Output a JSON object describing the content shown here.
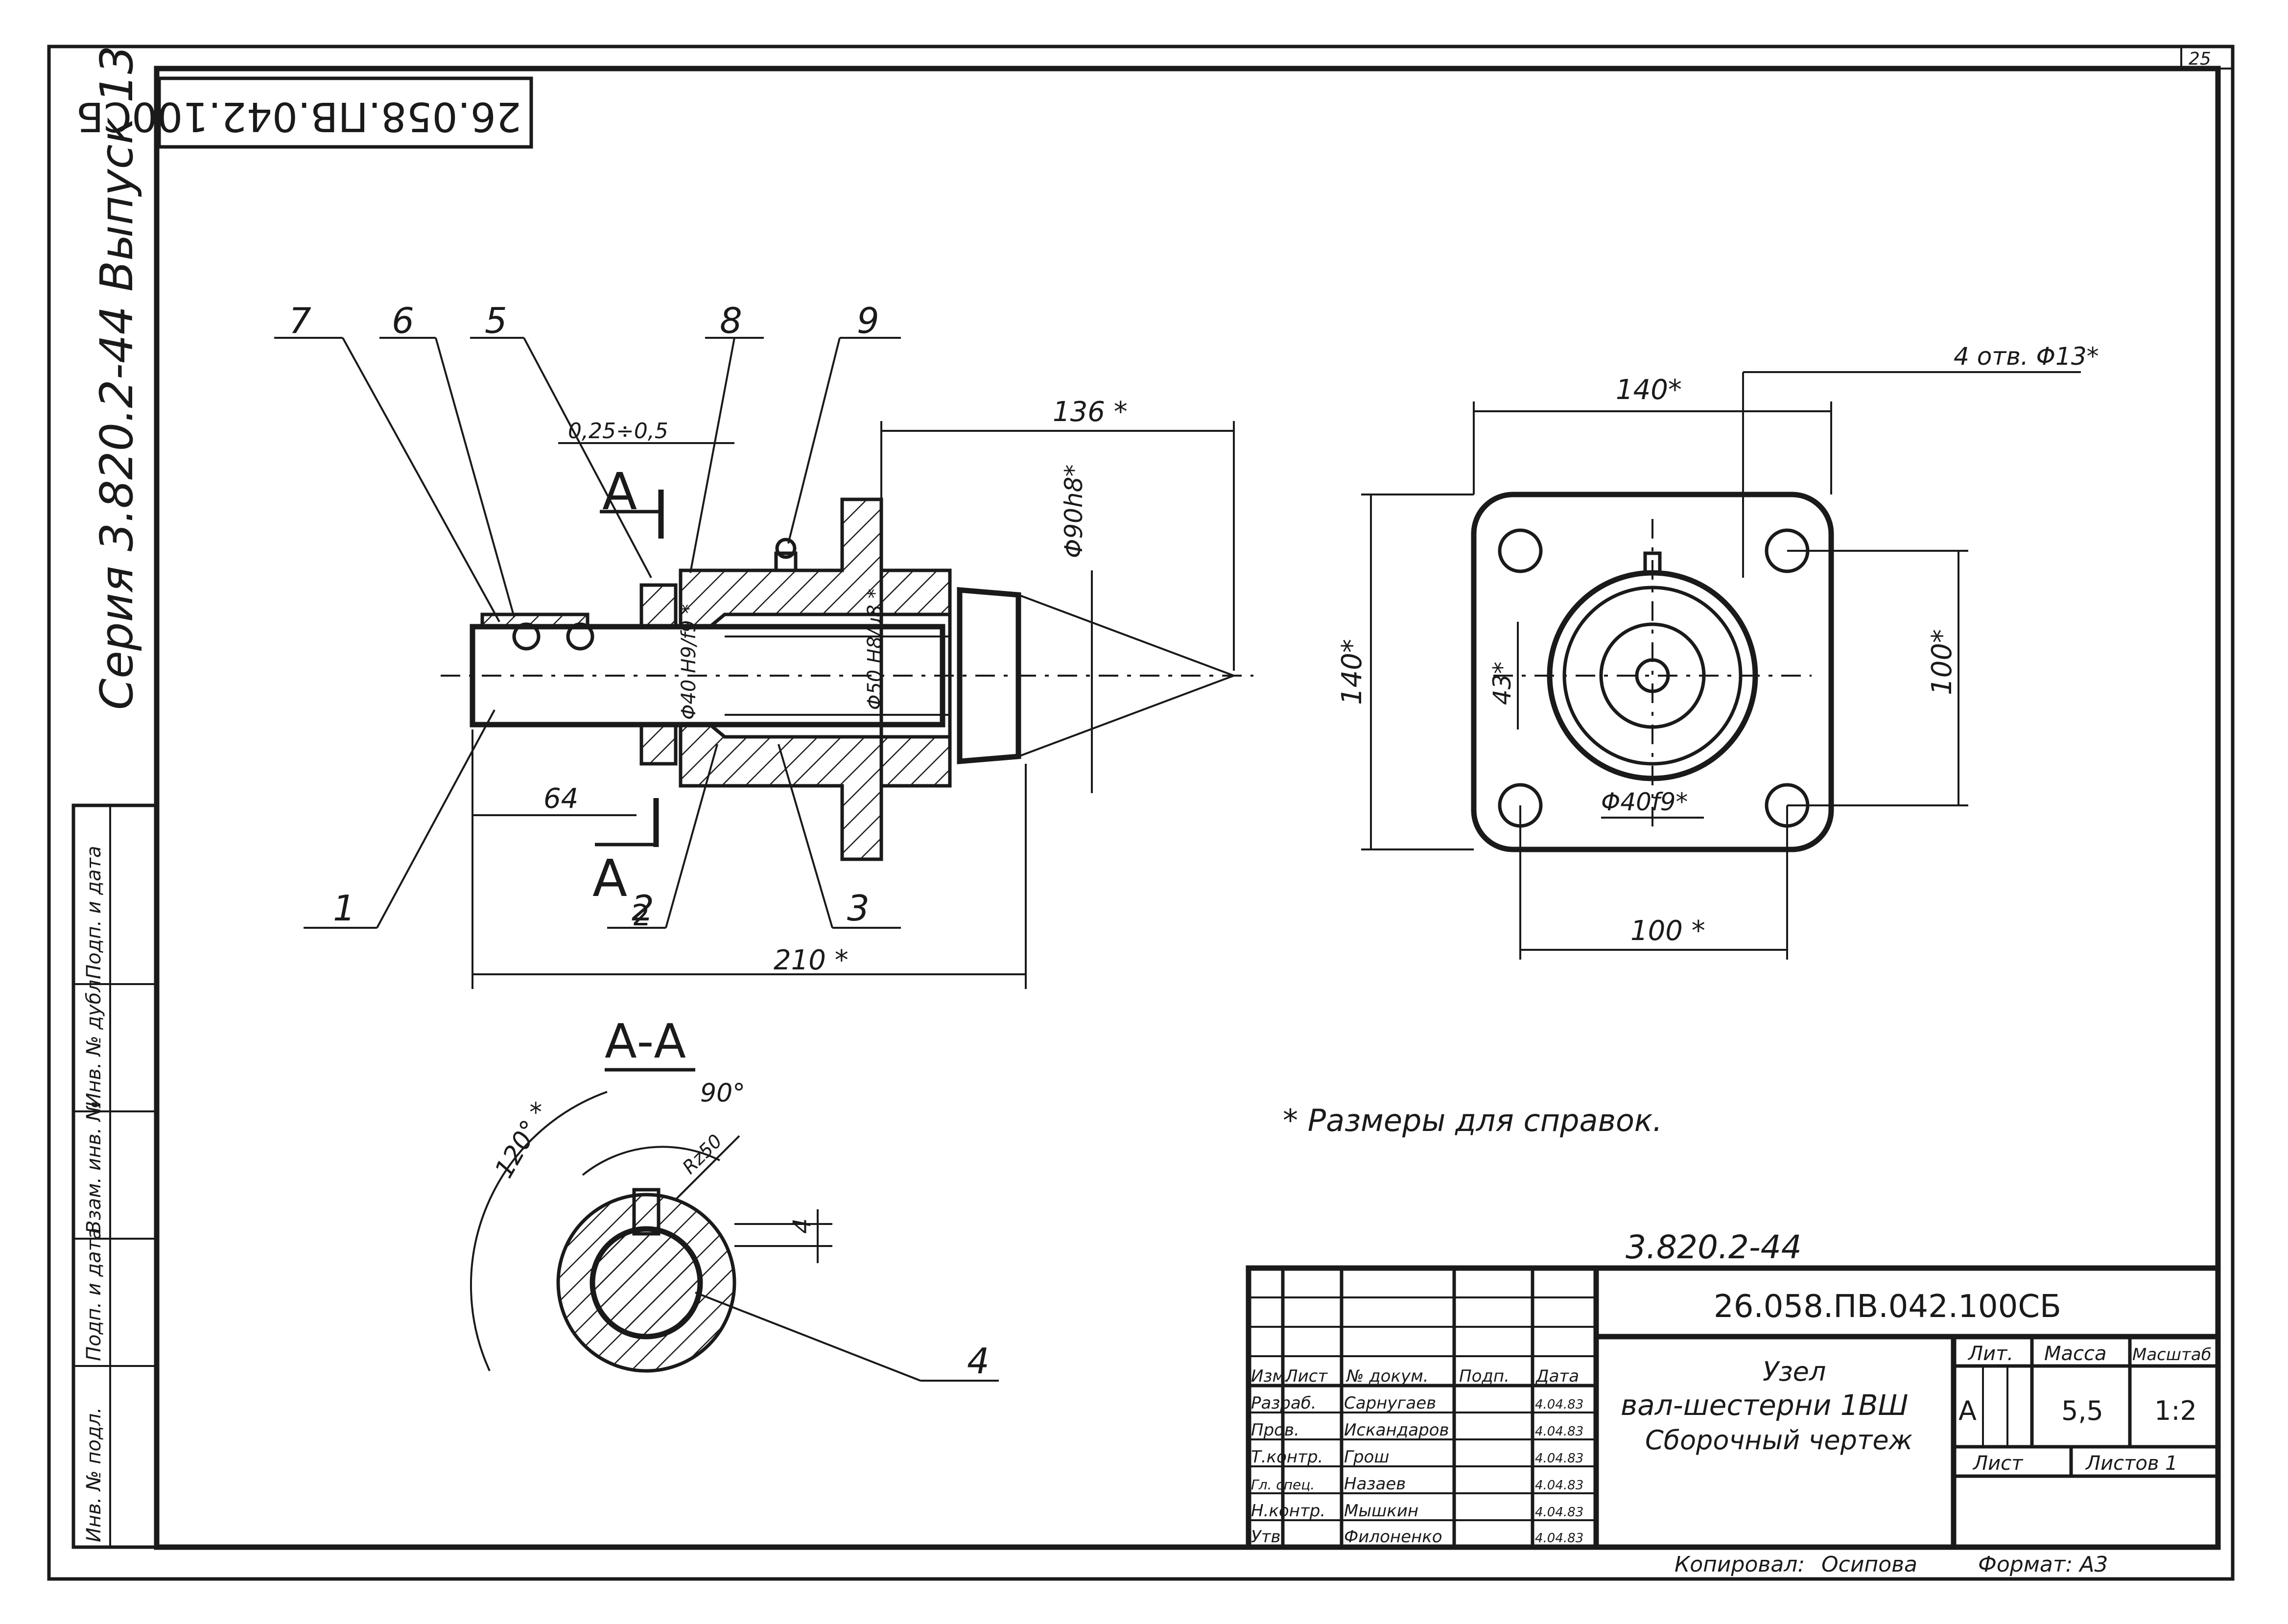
{
  "sheet": {
    "page_number": "25",
    "mirrored_code": "26.058.ПВ.042.100СБ",
    "series_label": "Серия  3.820.2-44   Выпуск 13",
    "side_stamp": [
      "Инв. № подл.",
      "Подп. и дата",
      "Взам. инв. №",
      "Инв. № дубл.",
      "Подп. и дата"
    ]
  },
  "drawing": {
    "callouts": [
      "1",
      "2",
      "3",
      "4",
      "5",
      "6",
      "7",
      "8",
      "9"
    ],
    "section_mark": "А",
    "section_index": "2",
    "section_title": "А-А",
    "dimensions": {
      "gap": "0,25÷0,5",
      "len_136": "136 *",
      "dia_90": "Φ90h8*",
      "dia_50": "Φ50 H8/u8 *",
      "dia_40": "Φ40 H9/f9 *",
      "len_64": "64",
      "len_210": "210 *",
      "angle_120": "120° *",
      "angle_90": "90°",
      "roughness": "Rz50",
      "key_4": "4",
      "side_140_top": "140*",
      "side_140_left": "140*",
      "holes": "4 отв. Φ13*",
      "dim_43": "43*",
      "dim_100_right": "100*",
      "dim_100_bottom": "100 *",
      "dia_40_front": "Φ40f9*"
    },
    "note": "*  Размеры  для  справок."
  },
  "title_block": {
    "top_code": "3.820.2-44",
    "doc_code": "26.058.ПВ.042.100СБ",
    "name_lines": [
      "Узел",
      "вал-шестерни 1ВШ",
      "Сборочный чертеж"
    ],
    "col_headers": [
      "Изм.",
      "Лист",
      "№ докум.",
      "Подп.",
      "Дата"
    ],
    "roles": [
      {
        "role": "Разраб.",
        "name": "Сарнугаев",
        "date": "4.04.83"
      },
      {
        "role": "Пров.",
        "name": "Искандаров",
        "date": "4.04.83"
      },
      {
        "role": "Т.контр.",
        "name": "Грош",
        "date": "4.04.83"
      },
      {
        "role": "Гл. спец.",
        "name": "Назаев",
        "date": "4.04.83"
      },
      {
        "role": "Н.контр.",
        "name": "Мышкин",
        "date": "4.04.83"
      },
      {
        "role": "Утв.",
        "name": "Филоненко",
        "date": "4.04.83"
      }
    ],
    "lit_header": "Лит.",
    "mass_header": "Масса",
    "scale_header": "Масштаб",
    "lit_value": "А",
    "mass_value": "5,5",
    "scale_value": "1:2",
    "sheet_label": "Лист",
    "sheets_label": "Листов 1",
    "footer_copied": "Копировал:",
    "footer_copier": "Осипова",
    "footer_format": "Формат: А3"
  }
}
